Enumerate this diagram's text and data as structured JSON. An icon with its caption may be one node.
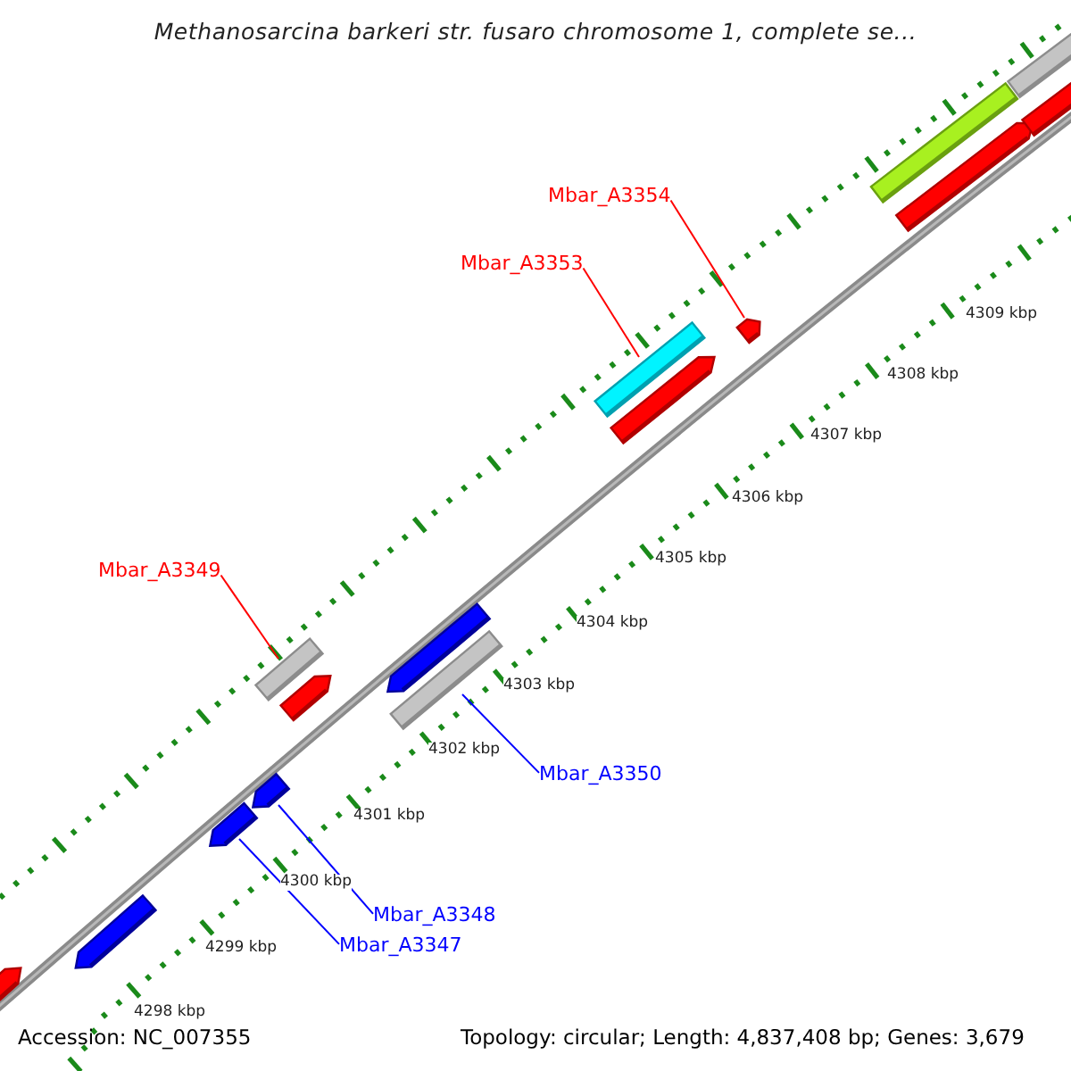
{
  "diagram": {
    "title": "Methanosarcina barkeri str. fusaro chromosome 1, complete se...",
    "nodes": [
      {
        "text": [
          "Mbar_A3354"
        ]
      },
      {
        "text": [
          "Mbar_A3353"
        ]
      },
      {
        "text": [
          "Mbar_A3349"
        ]
      },
      {
        "text": [
          "Mbar_A3350"
        ]
      },
      {
        "text": [
          "Mbar_A3348"
        ]
      },
      {
        "text": [
          "Mbar_A3347"
        ]
      },
      {
        "text": [],
        "shape": "bar"
      },
      {
        "text": [],
        "shape": "bar"
      },
      {
        "text": [],
        "shape": "bar"
      },
      {
        "text": [],
        "shape": "bar"
      },
      {
        "text": [],
        "shape": "bar"
      },
      {
        "text": [],
        "shape": "bar"
      }
    ],
    "edges": [
      {
        "from": 0,
        "to": 11,
        "arrow": "none"
      },
      {
        "from": 1,
        "to": 10,
        "arrow": "none"
      },
      {
        "from": 2,
        "to": 8,
        "arrow": "none"
      },
      {
        "from": 3,
        "to": 9,
        "arrow": "none",
        "color": "#0000ff"
      },
      {
        "from": 4,
        "to": 7,
        "arrow": "none",
        "color": "#0000ff"
      },
      {
        "from": 5,
        "to": 6,
        "arrow": "none",
        "color": "#0000ff"
      }
    ],
    "labels": [
      "4309 kbp",
      "4308 kbp",
      "4307 kbp",
      "4306 kbp",
      "4305 kbp",
      "4304 kbp",
      "4303 kbp",
      "4302 kbp",
      "4301 kbp",
      "4300 kbp",
      "4299 kbp",
      "4298 kbp",
      "Accession: NC_007355",
      "Topology: circular; Length: 4,837,408 bp; Genes: 3,679"
    ]
  }
}
